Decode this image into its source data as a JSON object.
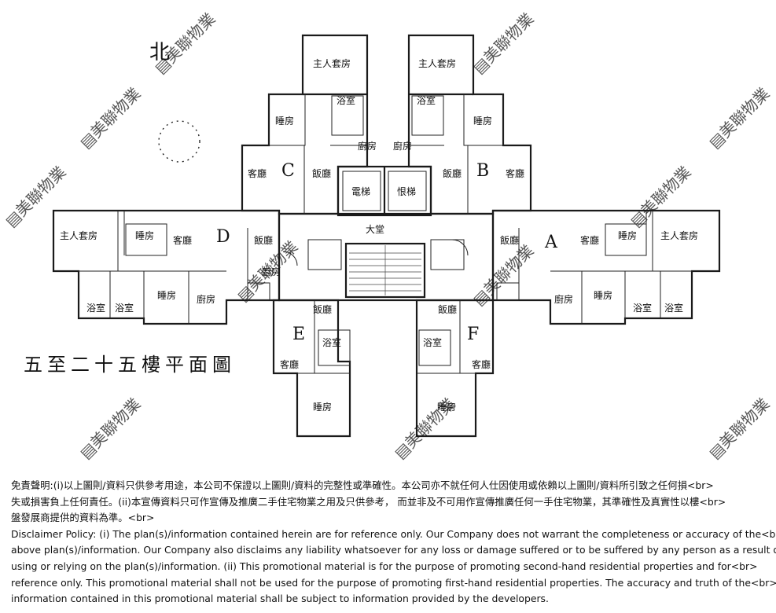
{
  "plan": {
    "north": "北",
    "caption": "五至二十五樓平面圖",
    "watermark": "美聯物業",
    "lobby": "大堂",
    "lift_left": "電梯",
    "lift_right": "恨梯",
    "units": {
      "A": {
        "letter": "A",
        "living": "客廳",
        "dining": "飯廳",
        "master": "主人套房",
        "room": "睡房",
        "kitchen": "廚房",
        "bath1": "浴室",
        "bath2": "浴室"
      },
      "B": {
        "letter": "B",
        "living": "客廳",
        "dining": "飯廳",
        "master": "主人套房",
        "room": "睡房",
        "kitchen": "廚房",
        "bath1": "浴室"
      },
      "C": {
        "letter": "C",
        "living": "客廳",
        "dining": "飯廳",
        "master": "主人套房",
        "room": "睡房",
        "kitchen": "廚房",
        "bath1": "浴室"
      },
      "D": {
        "letter": "D",
        "living": "客廳",
        "dining": "飯廳",
        "master": "主人套房",
        "room": "睡房",
        "room2": "睡房",
        "kitchen": "廚房",
        "kitchen2": "廚房",
        "bath1": "浴室",
        "bath2": "浴室"
      },
      "E": {
        "letter": "E",
        "living": "客廳",
        "dining": "飯廳",
        "room": "睡房",
        "bath1": "浴室"
      },
      "F": {
        "letter": "F",
        "living": "客廳",
        "dining": "飯廳",
        "room": "睡房",
        "bath1": "浴室"
      }
    }
  },
  "disclaimer": {
    "lines": [
      "免責聲明:(i)以上圖則/資料只供參考用途，本公司不保證以上圖則/資料的完整性或準確性。本公司亦不就任何人仕因使用或依賴以上圖則/資料所引致之任何損<br>",
      "失或損害負上任何責任。(ii)本宣傳資料只可作宣傳及推廣二手住宅物業之用及只供參考， 而並非及不可用作宣傳推廣任何一手住宅物業，其準確性及真實性以樓<br>",
      "盤發展商提供的資料為準。<br>",
      "Disclaimer Policy: (i) The plan(s)/information contained herein are for reference only. Our Company does not warrant the completeness or accuracy of the<br>",
      "above plan(s)/information. Our Company also disclaims any liability whatsoever for any loss or damage suffered or to be suffered by any person as a result of<br>",
      "using or relying on the plan(s)/information. (ii) This promotional material is for the purpose of promoting second-hand residential properties and for<br>",
      "reference only. This promotional material shall not be used for the purpose of promoting first-hand residential properties. The accuracy and truth of the<br>",
      "information contained in this promotional material shall be subject to information provided by the developers."
    ]
  }
}
